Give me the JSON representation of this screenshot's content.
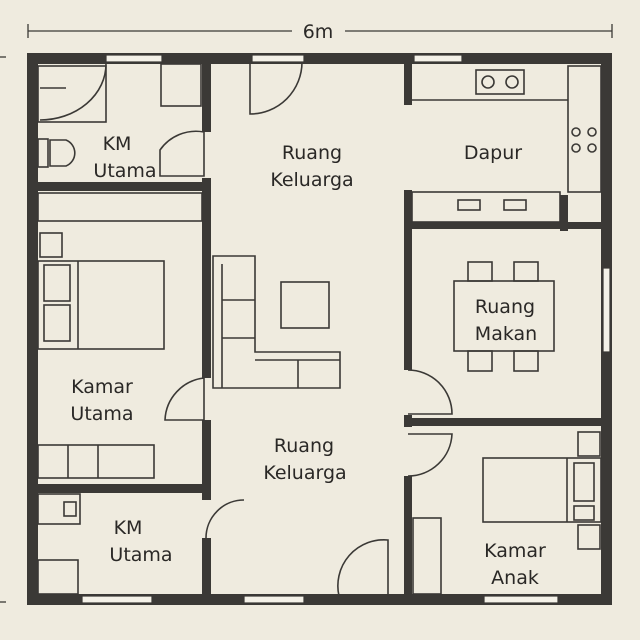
{
  "dimension": {
    "label": "6m"
  },
  "rooms": {
    "km_top": [
      "KM",
      "Utama"
    ],
    "ruang_keluarga_top": [
      "Ruang",
      "Keluarga"
    ],
    "dapur": [
      "Dapur"
    ],
    "kamar_utama": [
      "Kamar",
      "Utama"
    ],
    "ruang_makan": [
      "Ruang",
      "Makan"
    ],
    "ruang_keluarga_bottom": [
      "Ruang",
      "Keluarga"
    ],
    "km_bottom": [
      "KM",
      "Utama"
    ],
    "kamar_anak": [
      "Kamar",
      "Anak"
    ]
  },
  "colors": {
    "background": "#efebdf",
    "wall": "#3b3936"
  }
}
